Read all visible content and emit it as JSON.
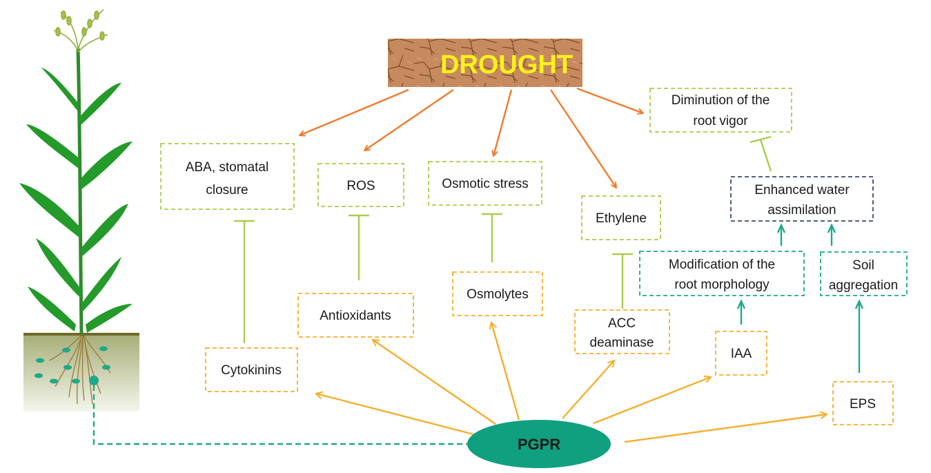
{
  "drought": {
    "label": "DROUGHT"
  },
  "effects": {
    "aba": [
      "ABA, stomatal",
      "closure"
    ],
    "ros": "ROS",
    "osmotic_stress": "Osmotic stress",
    "ethylene": "Ethylene",
    "root_vigor": [
      "Diminution of the",
      "root vigor"
    ]
  },
  "mechanisms": {
    "cytokinins": "Cytokinins",
    "antioxidants": "Antioxidants",
    "osmolytes": "Osmolytes",
    "acc_deaminase": [
      "ACC",
      "deaminase"
    ],
    "iaa": "IAA",
    "eps": "EPS",
    "root_morphology": [
      "Modification of the",
      "root morphology"
    ],
    "soil_aggregation": [
      "Soil",
      "aggregation"
    ],
    "water_assimilation": [
      "Enhanced water",
      "assimilation"
    ]
  },
  "pgpr": {
    "label": "PGPR"
  },
  "colors": {
    "drought_arrow": "#f07a2c",
    "pgpr_arrow": "#f5ae2c",
    "inhibition": "#a9cd4a",
    "teal": "#1fa88a",
    "navy_border": "#3a4a6b",
    "pgpr_fill": "#10a080",
    "drought_text": "#fff21a"
  }
}
